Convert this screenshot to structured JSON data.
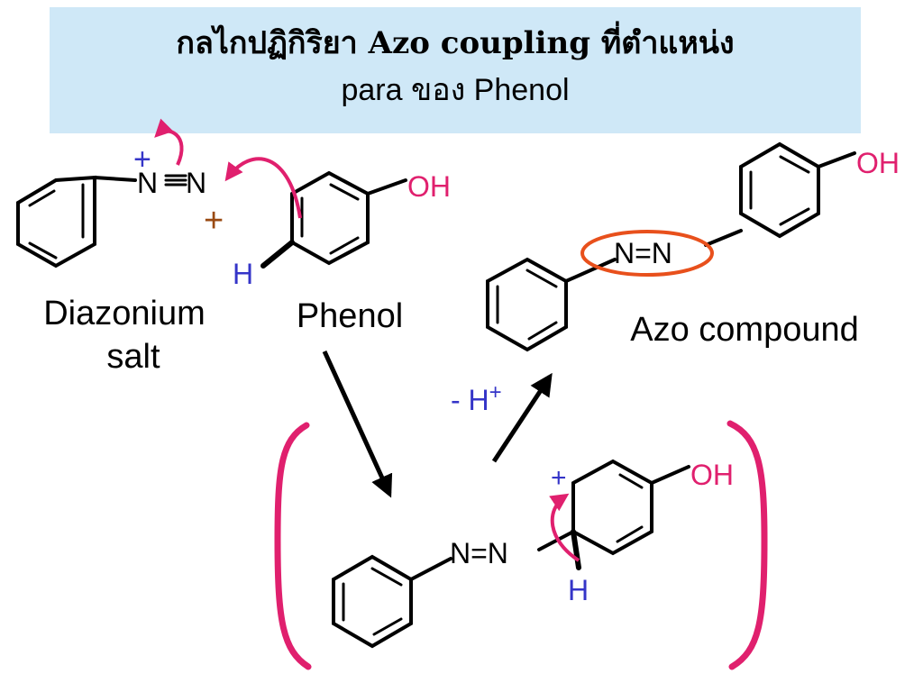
{
  "title": {
    "line1": "กลไกปฏิกิริยา Azo coupling ที่ตำแหน่ง",
    "line2": "para ของ Phenol"
  },
  "labels": {
    "diazonium_line1": "Diazonium",
    "diazonium_line2": "salt",
    "phenol": "Phenol",
    "azo_compound": "Azo compound",
    "minus_h": "- H",
    "h_superscript": "+"
  },
  "atoms": {
    "azo_link": "N=N",
    "n_plus": "N",
    "n": "N",
    "hydroxyl": "OH",
    "hydrogen": "H",
    "plus": "+"
  },
  "colors": {
    "title_background": "#cfe8f7",
    "magenta": "#e0206e",
    "blue": "#3535c8",
    "brown": "#9a4a12",
    "orange": "#e8501c",
    "black": "#000000"
  }
}
